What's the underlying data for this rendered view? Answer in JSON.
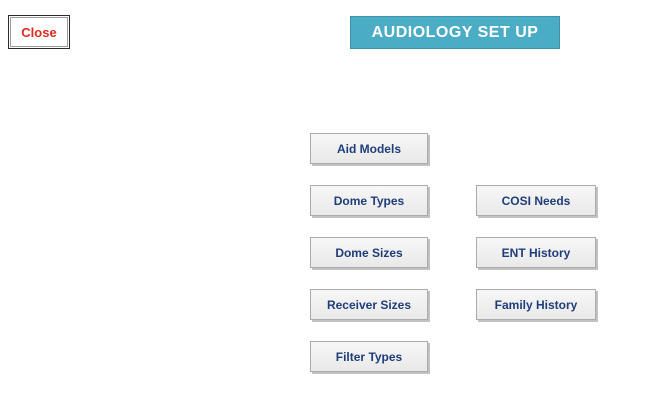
{
  "title": {
    "text": "AUDIOLOGY SET UP"
  },
  "close_button": {
    "label": "Close"
  },
  "left_buttons": [
    {
      "label": "Aid Models"
    },
    {
      "label": "Dome Types"
    },
    {
      "label": "Dome Sizes"
    },
    {
      "label": "Receiver Sizes"
    },
    {
      "label": "Filter Types"
    }
  ],
  "right_buttons": [
    {
      "label": "COSI Needs"
    },
    {
      "label": "ENT History"
    },
    {
      "label": "Family History"
    }
  ],
  "colors": {
    "title_bg": "#4bacc6",
    "title_text": "#ffffff",
    "button_text": "#1f3d78",
    "close_text": "#e02b20",
    "background": "#ffffff"
  }
}
